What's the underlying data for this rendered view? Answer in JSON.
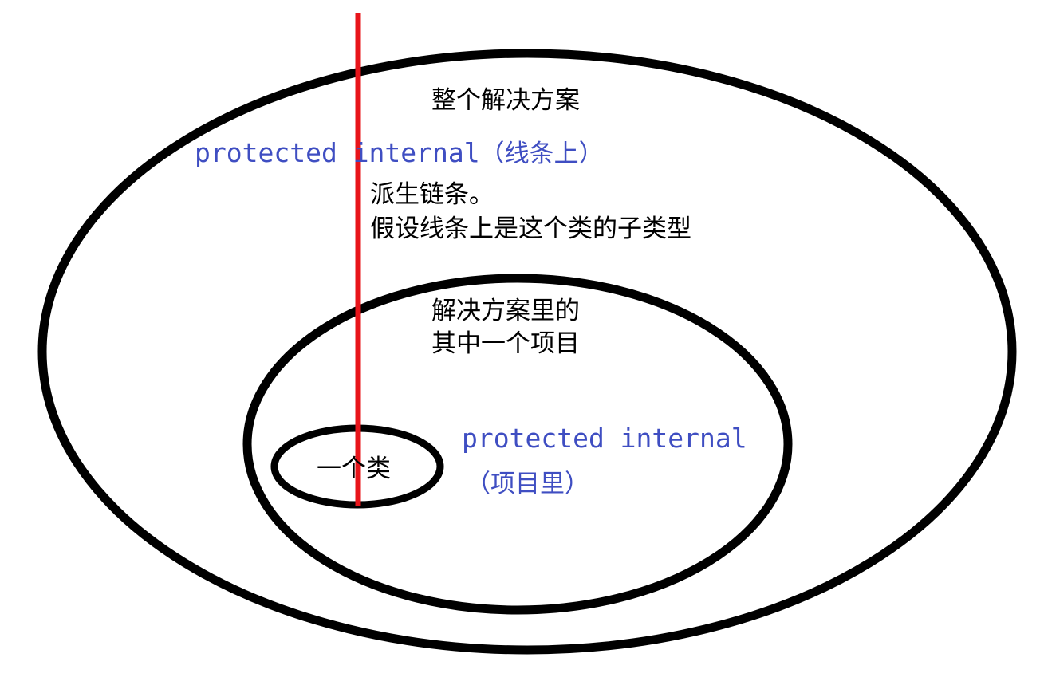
{
  "colors": {
    "ellipse_stroke": "#000000",
    "derivation_line": "#e8141a",
    "access_text": "#3f4ec2",
    "label_text": "#000000"
  },
  "regions": {
    "solution": {
      "label": "整个解决方案"
    },
    "project": {
      "label_line1": "解决方案里的",
      "label_line2": "其中一个项目"
    },
    "class": {
      "label": "一个类"
    }
  },
  "access_labels": {
    "on_chain": {
      "keyword": "protected internal",
      "qualifier": "（线条上）"
    },
    "in_project": {
      "keyword": "protected internal",
      "qualifier": "（项目里）"
    }
  },
  "derivation_note": {
    "line1": "派生链条。",
    "line2": "假设线条上是这个类的子类型"
  }
}
